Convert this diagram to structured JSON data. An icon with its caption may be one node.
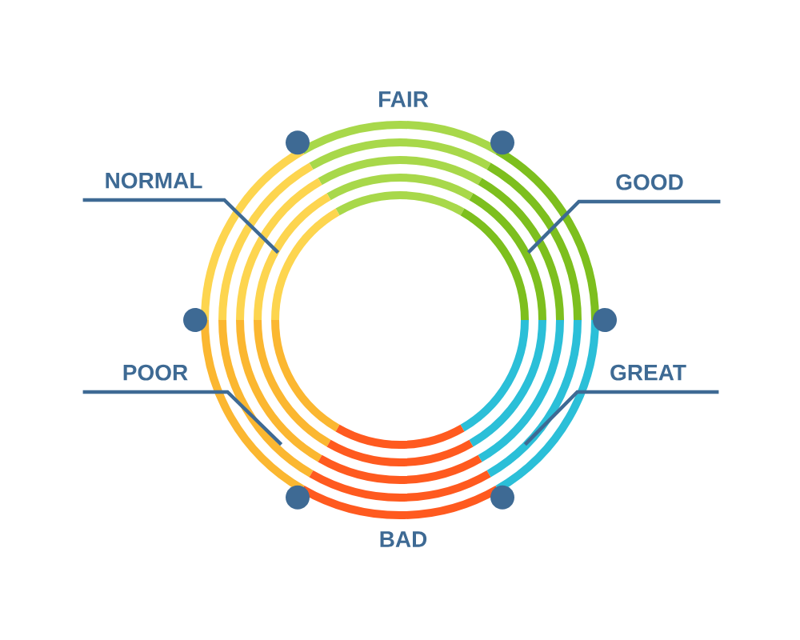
{
  "diagram": {
    "nodes": [
      {
        "text": [
          "FAIR"
        ]
      },
      {
        "text": [
          "NORMAL"
        ]
      },
      {
        "text": [
          "GOOD"
        ]
      },
      {
        "text": [
          "POOR"
        ]
      },
      {
        "text": [
          "GREAT"
        ]
      },
      {
        "text": [
          "BAD"
        ]
      },
      {
        "text": [],
        "shape": "arc"
      },
      {
        "text": [],
        "shape": "arc"
      },
      {
        "text": [],
        "shape": "arc"
      },
      {
        "text": [],
        "shape": "arc"
      },
      {
        "text": [],
        "shape": "arc"
      },
      {
        "text": [],
        "shape": "arc"
      }
    ],
    "edges": [
      {
        "from": 1,
        "to": 7,
        "arrow": "none"
      },
      {
        "from": 2,
        "to": 8,
        "arrow": "none"
      },
      {
        "from": 3,
        "to": 9,
        "arrow": "none"
      },
      {
        "from": 4,
        "to": 10,
        "arrow": "none"
      }
    ]
  }
}
